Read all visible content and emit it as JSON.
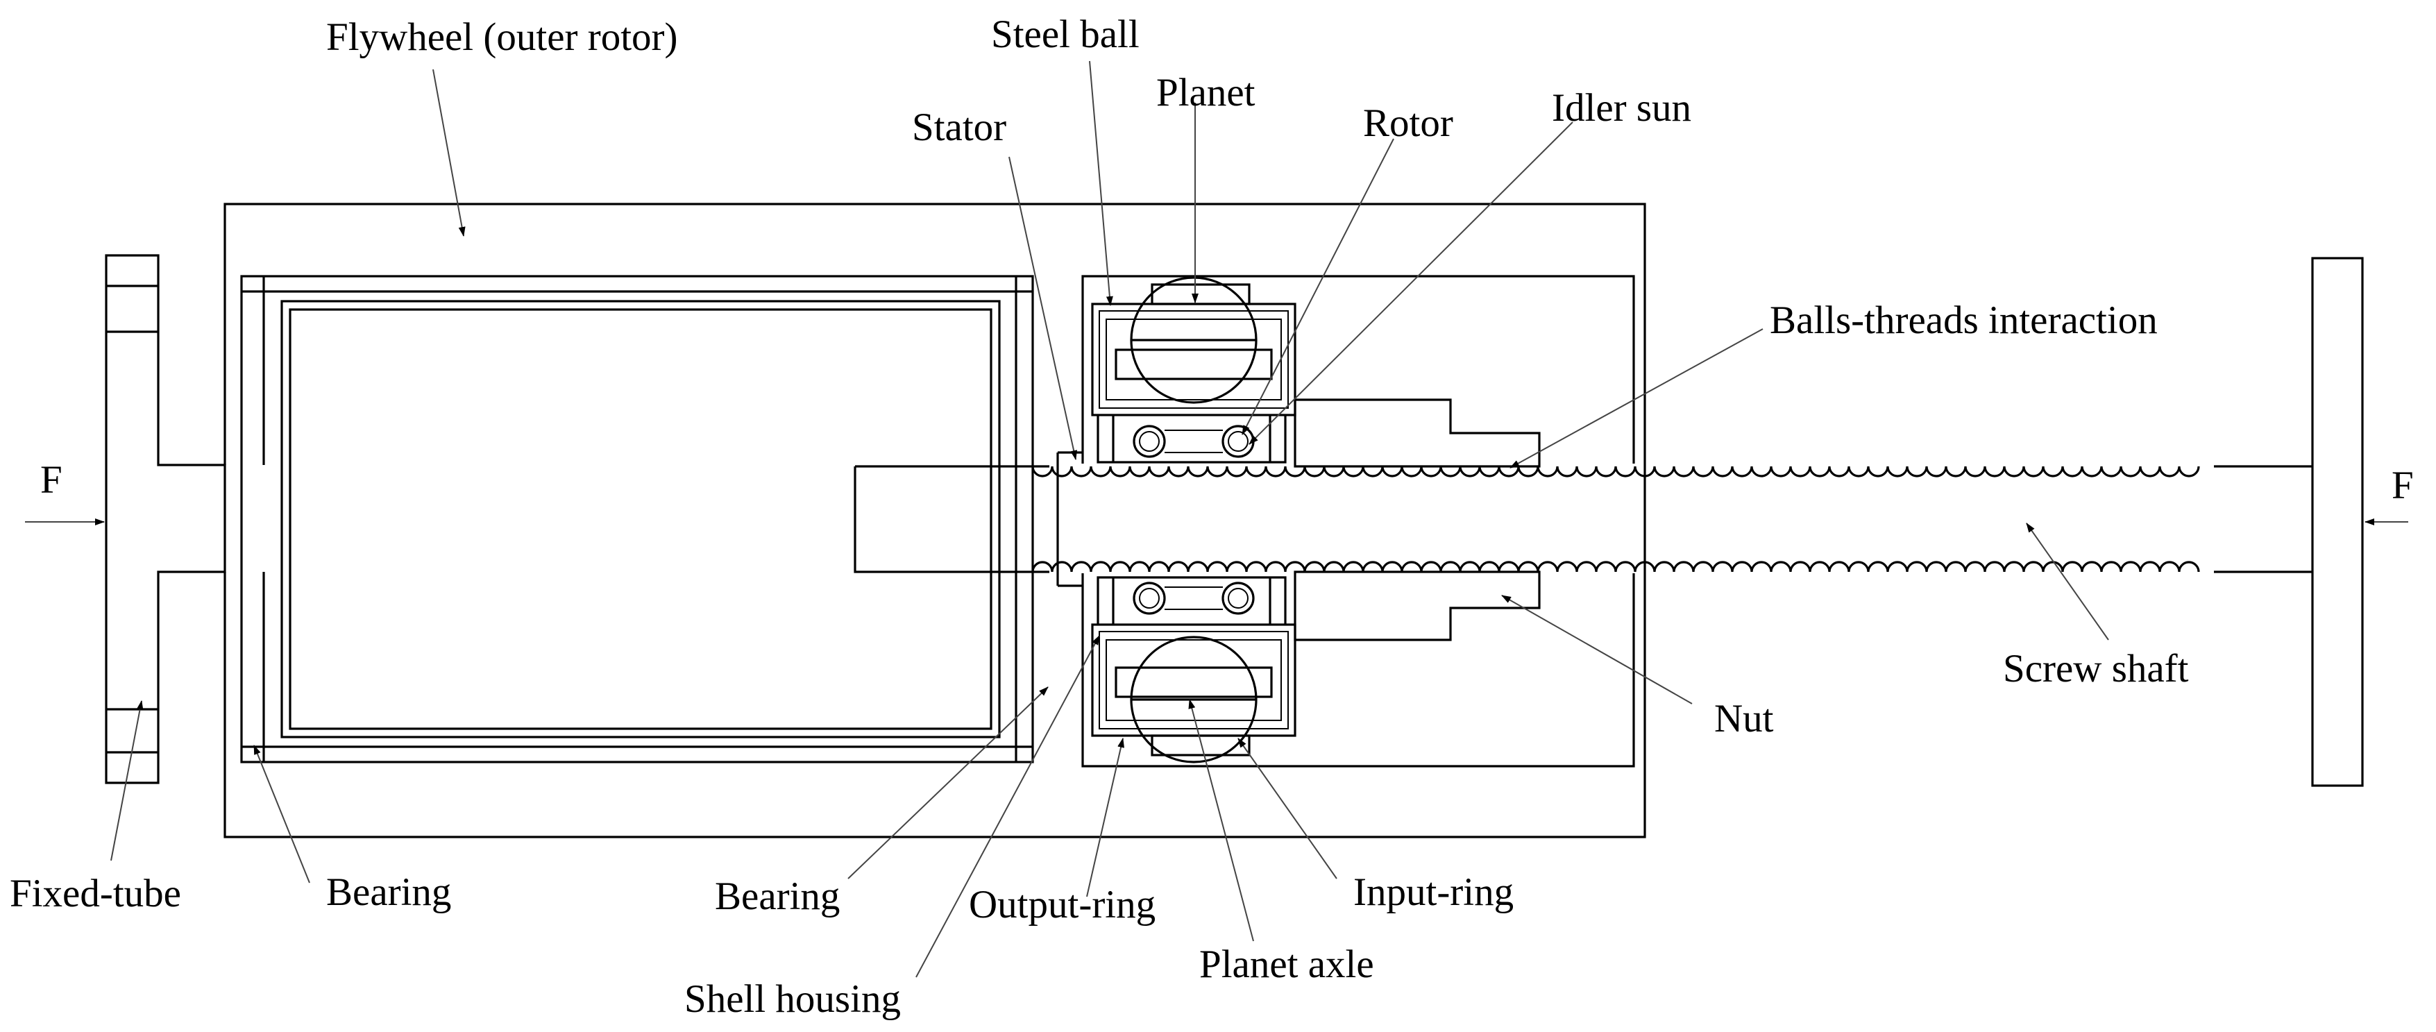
{
  "labels": {
    "flywheel": "Flywheel (outer rotor)",
    "steel_ball": "Steel ball",
    "planet": "Planet",
    "stator": "Stator",
    "rotor": "Rotor",
    "idler_sun": "Idler sun",
    "balls_threads": "Balls-threads interaction",
    "force_left": "F",
    "force_right": "F",
    "screw_shaft": "Screw shaft",
    "nut": "Nut",
    "fixed_tube": "Fixed-tube",
    "bearing_left": "Bearing",
    "bearing_center": "Bearing",
    "output_ring": "Output-ring",
    "input_ring": "Input-ring",
    "planet_axle": "Planet axle",
    "shell_housing": "Shell housing"
  }
}
